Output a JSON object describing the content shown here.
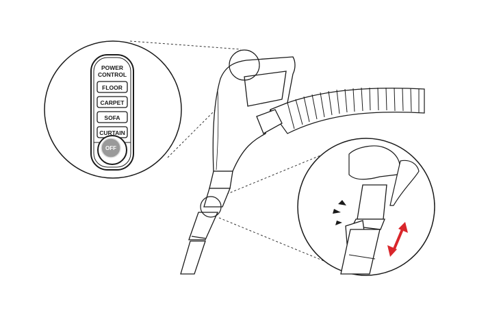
{
  "diagram": {
    "subject": "vacuum cleaner hose handle with power control and telescopic pipe release",
    "power_control_panel": {
      "title_line1": "POWER",
      "title_line2": "CONTROL",
      "buttons": [
        "FLOOR",
        "CARPET",
        "SOFA",
        "CURTAIN"
      ],
      "off_button": "OFF"
    },
    "detail_callouts": [
      {
        "name": "power-control-zoom",
        "shows": "handle buttons"
      },
      {
        "name": "pipe-release-zoom",
        "shows": "click sound and sliding pipe adjustment"
      }
    ],
    "colors": {
      "line": "#1a1a1a",
      "arrow": "#d9262b",
      "off_button": "#9a9a9a"
    }
  }
}
